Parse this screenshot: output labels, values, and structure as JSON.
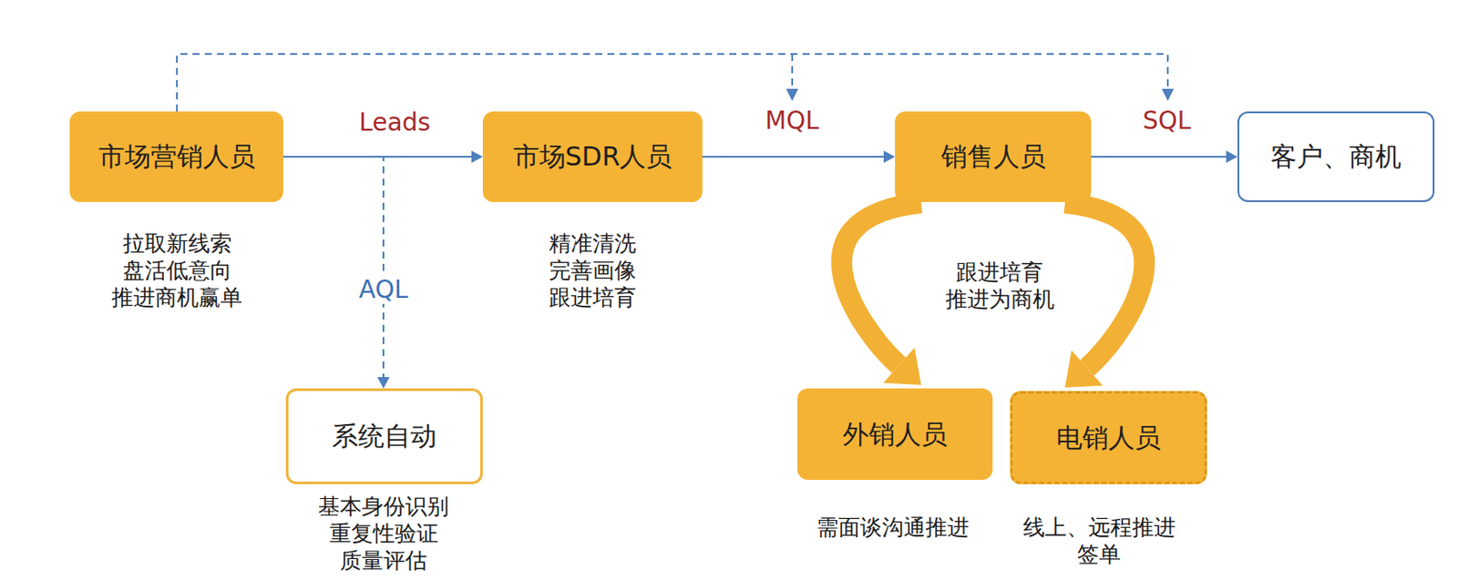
{
  "diagram": {
    "nodes": [
      {
        "text": [
          "市场营销人员"
        ]
      },
      {
        "text": [
          "市场SDR人员"
        ]
      },
      {
        "text": [
          "销售人员"
        ]
      },
      {
        "text": [
          "客户、商机"
        ]
      },
      {
        "text": [
          "系统自动"
        ]
      },
      {
        "text": [
          "外销人员"
        ]
      },
      {
        "text": [
          "电销人员"
        ]
      }
    ],
    "edges": [
      {
        "from": 0,
        "to": 1,
        "label": "Leads",
        "arrow": "to"
      },
      {
        "from": 1,
        "to": 2,
        "label": "MQL",
        "arrow": "to"
      },
      {
        "from": 2,
        "to": 3,
        "label": "SQL",
        "arrow": "to"
      },
      {
        "from": 0,
        "to": 4,
        "label": "AQL",
        "arrow": "to"
      },
      {
        "from": 2,
        "to": 5,
        "arrow": "to"
      },
      {
        "from": 2,
        "to": 6,
        "arrow": "to"
      }
    ],
    "labels": [
      "拉取新线索 盘活低意向 推进商机赢单",
      "精准清洗 完善画像 跟进培育",
      "跟进培育 推进为商机",
      "基本身份识别 重复性验证 质量评估",
      "需面谈沟通推进",
      "线上、远程推进 签单"
    ]
  }
}
